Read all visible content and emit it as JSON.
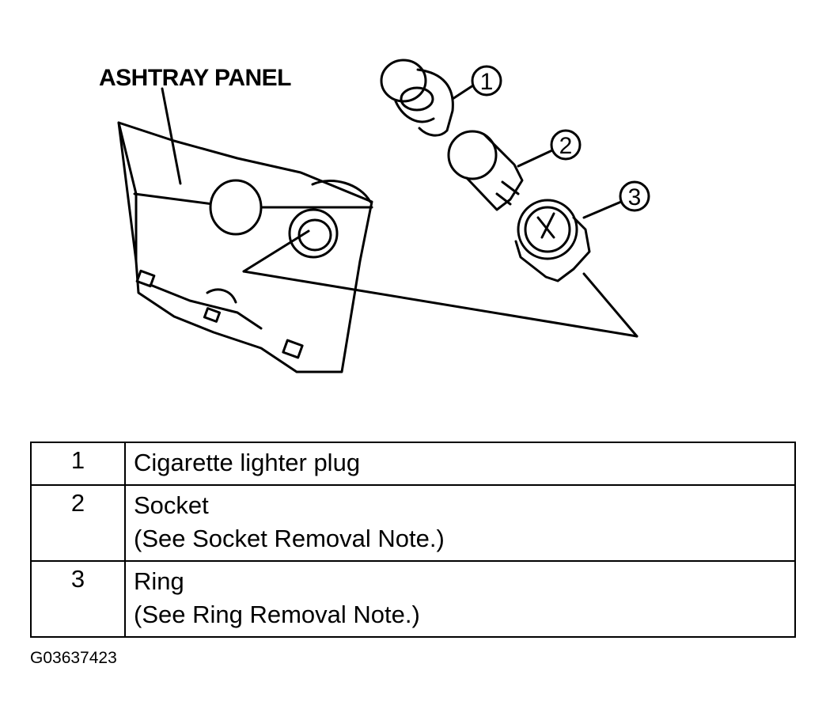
{
  "panel_label": "ASHTRAY PANEL",
  "callouts": [
    "1",
    "2",
    "3"
  ],
  "legend": [
    {
      "number": "1",
      "line1": "Cigarette lighter plug",
      "line2": ""
    },
    {
      "number": "2",
      "line1": "Socket",
      "line2": "(See Socket Removal Note.)"
    },
    {
      "number": "3",
      "line1": "Ring",
      "line2": "(See  Ring Removal Note.)"
    }
  ],
  "figure_id": "G03637423"
}
